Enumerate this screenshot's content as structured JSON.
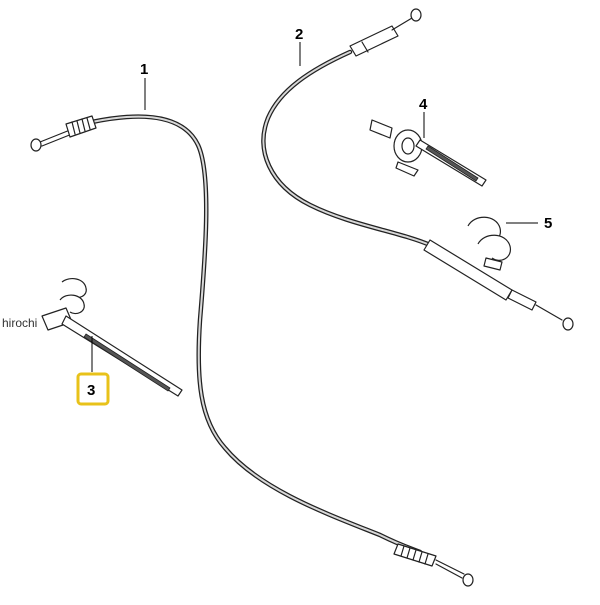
{
  "watermark": "hirochi",
  "callouts": {
    "c1": "1",
    "c2": "2",
    "c3": "3",
    "c4": "4",
    "c5": "5"
  },
  "colors": {
    "highlight": "#e8c21a",
    "line": "#222222"
  }
}
